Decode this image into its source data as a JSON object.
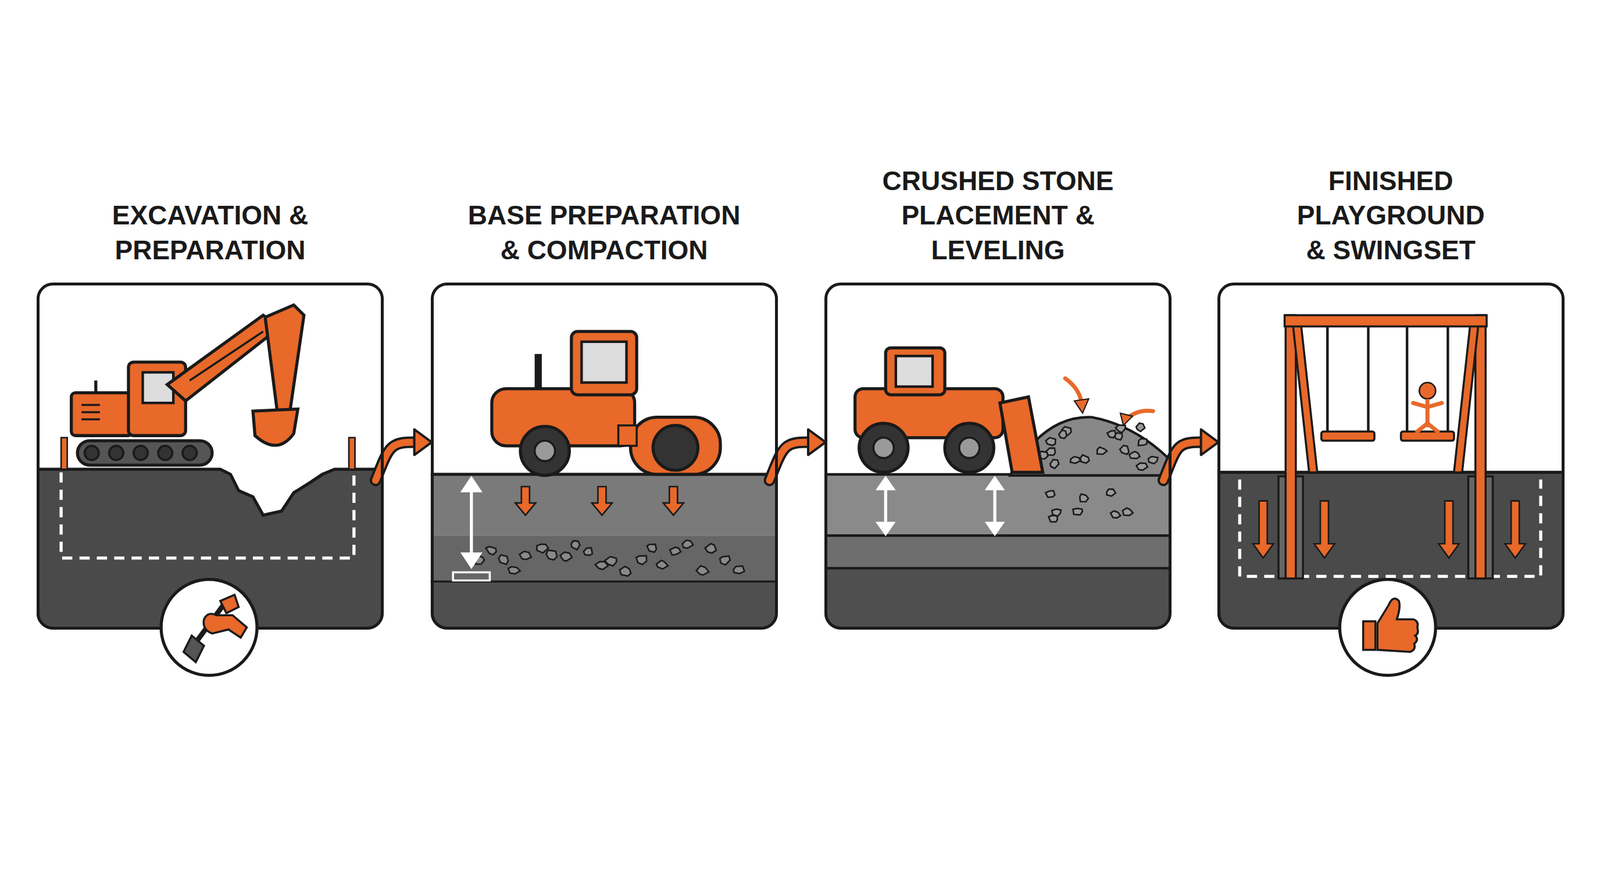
{
  "diagram": {
    "nodes": [
      {
        "text": [
          "EXCAVATION & PREPARATION"
        ]
      },
      {
        "text": [
          "BASE PREPARATION & COMPACTION"
        ]
      },
      {
        "text": [
          "CRUSHED STONE PLACEMENT & LEVELING"
        ]
      },
      {
        "text": [
          "FINISHED PLAYGROUND & SWINGSET"
        ]
      }
    ],
    "edges": [
      {
        "from": 0,
        "to": 1,
        "arrow": "to"
      },
      {
        "from": 1,
        "to": 2,
        "arrow": "to"
      },
      {
        "from": 2,
        "to": 3,
        "arrow": "to"
      }
    ]
  }
}
